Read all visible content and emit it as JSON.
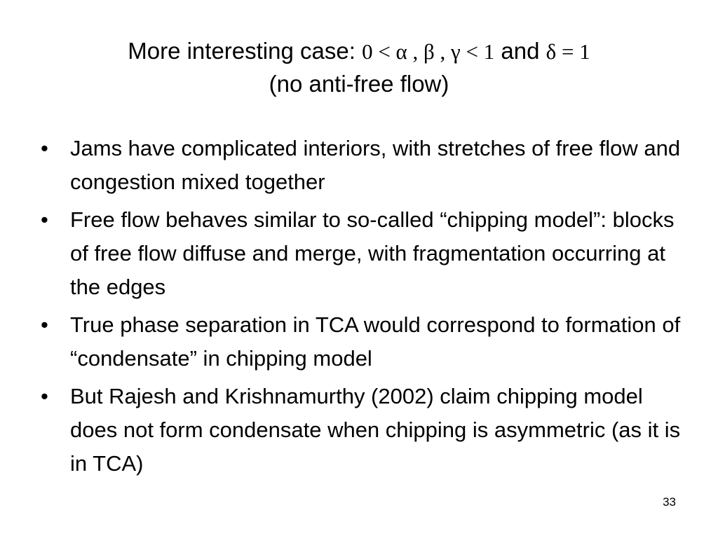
{
  "slide": {
    "title": {
      "prefix": "More interesting case:",
      "math1": "0 < α , β , γ < 1",
      "conj": "and",
      "math2": "δ = 1",
      "line2": "(no anti-free flow)"
    },
    "bullet_glyph": "•",
    "bullets": [
      "Jams have complicated interiors, with stretches of free flow and congestion mixed together",
      "Free flow behaves similar to so-called “chipping model”:  blocks of free flow diffuse and merge, with fragmentation occurring at the edges",
      "True phase separation in TCA would correspond to formation of “condensate” in chipping model",
      "But Rajesh and Krishnamurthy (2002) claim chipping model does not form condensate when chipping is asymmetric (as it is in TCA)"
    ],
    "page_number": "33"
  }
}
